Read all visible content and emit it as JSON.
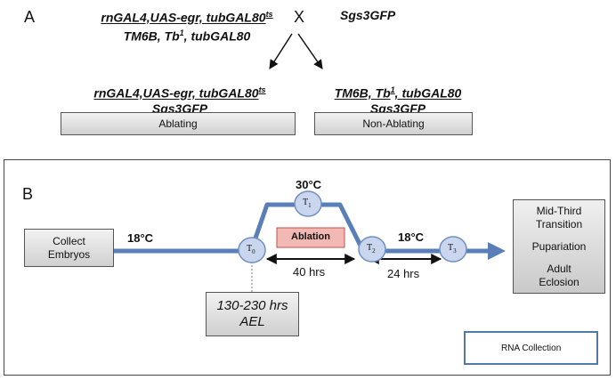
{
  "panel_a": {
    "letter": "A",
    "parent1_line1": "rnGAL4,UAS-egr, tubGAL80",
    "parent1_line1_sup": "ts",
    "parent1_line2a": "TM6B, Tb",
    "parent1_line2_sup": "1",
    "parent1_line2b": ", tubGAL80",
    "cross_symbol": "X",
    "parent2": "Sgs3GFP",
    "ablating_line1": "rnGAL4,UAS-egr, tubGAL80",
    "ablating_line1_sup": "ts",
    "ablating_line2": "Sgs3GFP",
    "ablating_label": "Ablating",
    "nonablating_line1a": "TM6B, Tb",
    "nonablating_line1_sup": "1",
    "nonablating_line1b": ", tubGAL80",
    "nonablating_line2": "Sgs3GFP",
    "nonablating_label": "Non-Ablating"
  },
  "panel_b": {
    "letter": "B",
    "collect": "Collect Embryos",
    "temp_low_1": "18°C",
    "temp_high": "30°C",
    "temp_low_2": "18°C",
    "ablation": "Ablation",
    "dur_40": "40 hrs",
    "dur_24": "24 hrs",
    "ael_line1": "130-230 hrs",
    "ael_line2": "AEL",
    "t0": "T",
    "t0_sub": "0",
    "t1": "T",
    "t1_sub": "1",
    "t2": "T",
    "t2_sub": "2",
    "t3": "T",
    "t3_sub": "3",
    "outcome_1": "Mid-Third Transition",
    "outcome_2": "Pupariation",
    "outcome_3": "Adult Eclosion",
    "legend_label": "RNA Collection"
  },
  "colors": {
    "timeline": "#5a7fb8",
    "node_fill": "#c9d6ee",
    "node_stroke": "#6f8fc3",
    "ablation_fill": "#f2b8b4",
    "ablation_stroke": "#c0504d",
    "legend_border": "#4f7aa8"
  }
}
